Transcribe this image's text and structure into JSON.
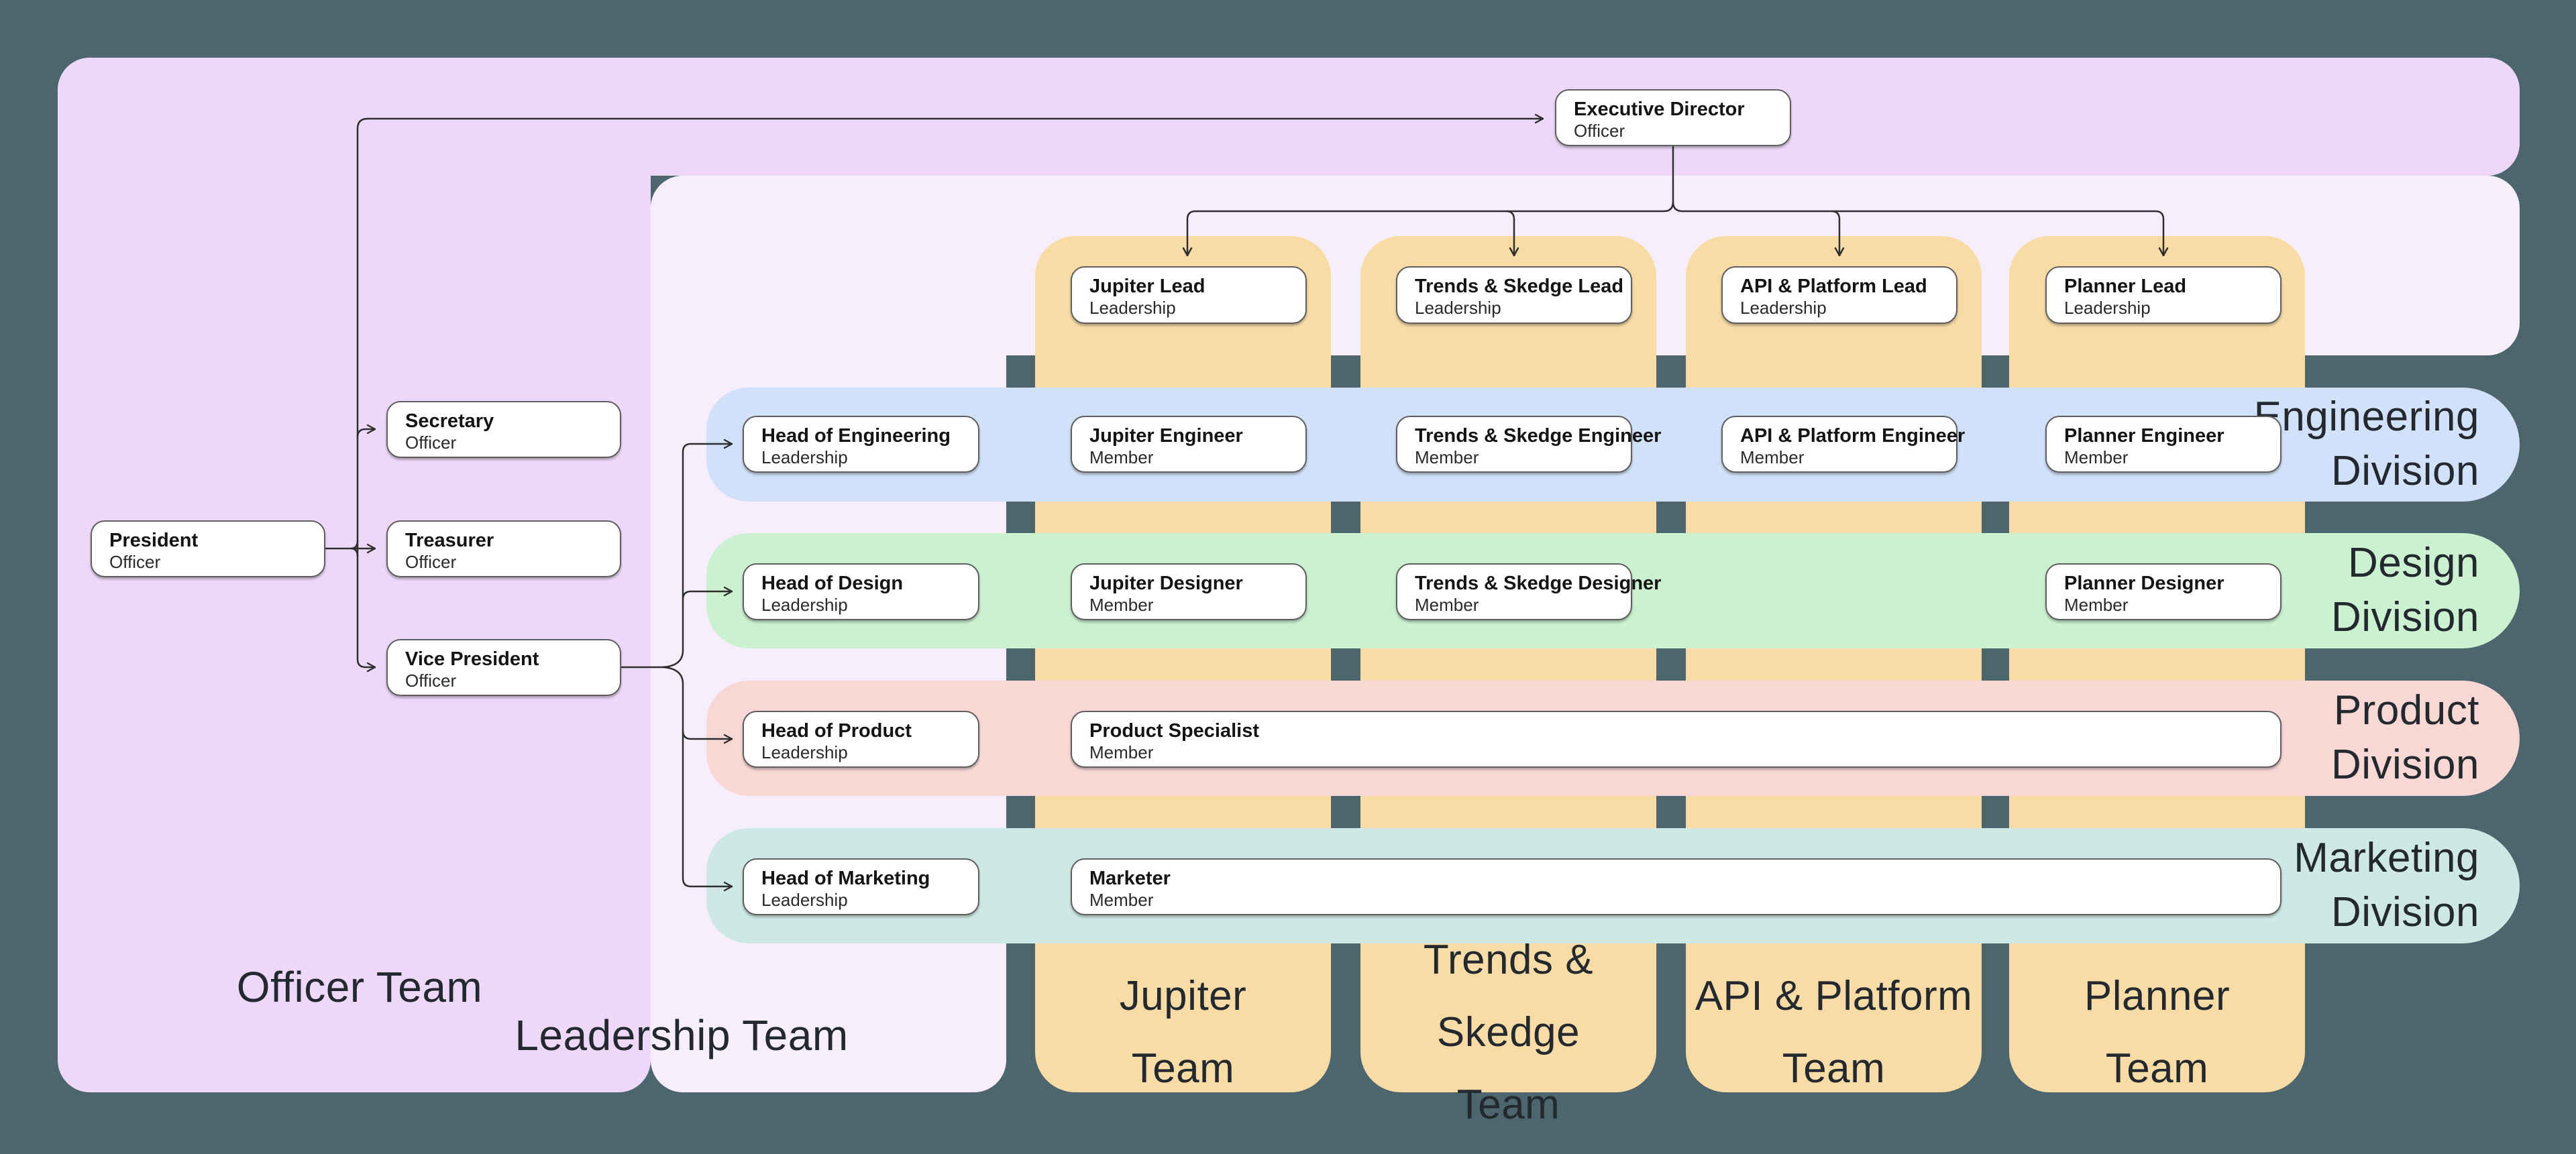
{
  "colors": {
    "background": "#4d666d",
    "officer_region": "#eed8fa",
    "leadership_region": "#f7eefd",
    "team_column": "#f8dba5",
    "engineering_band": "#d1e1fa",
    "design_band": "#cbf1d0",
    "product_band": "#f9d7d4",
    "marketing_band": "#cee9e5",
    "node_fill": "#ffffff",
    "node_border": "#5f5f5f",
    "connector": "#2e2e2e",
    "label_text": "#23292e",
    "node_title_text": "#141414",
    "node_subtitle_text": "#2a2a2a"
  },
  "regions": {
    "officer": {
      "label": "Officer Team"
    },
    "leadership": {
      "label": "Leadership Team"
    }
  },
  "teams": {
    "jupiter": {
      "label": "Jupiter\nTeam"
    },
    "trends_skedge": {
      "label": "Trends & Skedge\nTeam"
    },
    "api_platform": {
      "label": "API & Platform\nTeam"
    },
    "planner": {
      "label": "Planner\nTeam"
    }
  },
  "divisions": {
    "engineering": {
      "label": "Engineering\nDivision"
    },
    "design": {
      "label": "Design\nDivision"
    },
    "product": {
      "label": "Product\nDivision"
    },
    "marketing": {
      "label": "Marketing\nDivision"
    }
  },
  "nodes": {
    "executive_director": {
      "title": "Executive Director",
      "subtitle": "Officer"
    },
    "president": {
      "title": "President",
      "subtitle": "Officer"
    },
    "secretary": {
      "title": "Secretary",
      "subtitle": "Officer"
    },
    "treasurer": {
      "title": "Treasurer",
      "subtitle": "Officer"
    },
    "vice_president": {
      "title": "Vice President",
      "subtitle": "Officer"
    },
    "jupiter_lead": {
      "title": "Jupiter Lead",
      "subtitle": "Leadership"
    },
    "trends_skedge_lead": {
      "title": "Trends & Skedge Lead",
      "subtitle": "Leadership"
    },
    "api_platform_lead": {
      "title": "API & Platform Lead",
      "subtitle": "Leadership"
    },
    "planner_lead": {
      "title": "Planner Lead",
      "subtitle": "Leadership"
    },
    "head_of_engineering": {
      "title": "Head of Engineering",
      "subtitle": "Leadership"
    },
    "jupiter_engineer": {
      "title": "Jupiter Engineer",
      "subtitle": "Member"
    },
    "trends_skedge_engineer": {
      "title": "Trends & Skedge Engineer",
      "subtitle": "Member"
    },
    "api_platform_engineer": {
      "title": "API & Platform Engineer",
      "subtitle": "Member"
    },
    "planner_engineer": {
      "title": "Planner Engineer",
      "subtitle": "Member"
    },
    "head_of_design": {
      "title": "Head of Design",
      "subtitle": "Leadership"
    },
    "jupiter_designer": {
      "title": "Jupiter Designer",
      "subtitle": "Member"
    },
    "trends_skedge_designer": {
      "title": "Trends & Skedge Designer",
      "subtitle": "Member"
    },
    "planner_designer": {
      "title": "Planner Designer",
      "subtitle": "Member"
    },
    "head_of_product": {
      "title": "Head of Product",
      "subtitle": "Leadership"
    },
    "product_specialist": {
      "title": "Product Specialist",
      "subtitle": "Member"
    },
    "head_of_marketing": {
      "title": "Head of Marketing",
      "subtitle": "Leadership"
    },
    "marketer": {
      "title": "Marketer",
      "subtitle": "Member"
    }
  }
}
